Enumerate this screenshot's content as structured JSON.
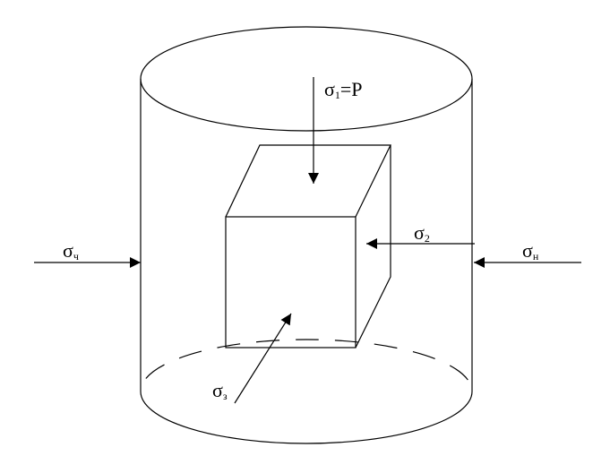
{
  "labels": {
    "sigma1": {
      "symbol": "σ",
      "sub": "1",
      "suffix": "=P"
    },
    "sigma2": {
      "symbol": "σ",
      "sub": "2"
    },
    "sigma3": {
      "symbol": "σ",
      "sub": "з"
    },
    "sigma_left": {
      "symbol": "σ",
      "sub": "ч"
    },
    "sigma_right": {
      "symbol": "σ",
      "sub": "н"
    }
  },
  "colors": {
    "stroke": "#000000",
    "background": "#ffffff"
  }
}
